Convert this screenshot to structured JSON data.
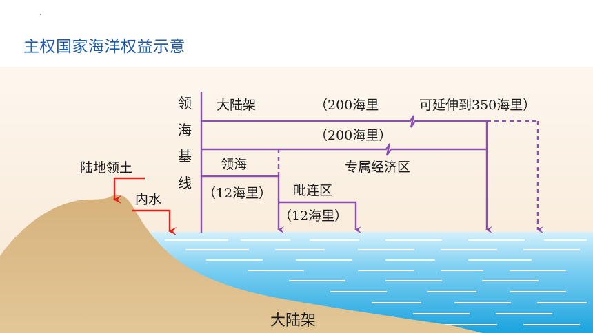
{
  "title": "主权国家海洋权益示意",
  "labels": {
    "baseline_chars": [
      "领",
      "海",
      "基",
      "线"
    ],
    "continental_shelf_upper": "大陆架",
    "shelf_distance": "（200海里",
    "shelf_extend": "可延伸到350海里）",
    "eez_distance": "（200海里）",
    "eez": "专属经济区",
    "territorial_sea": "领海",
    "territorial_distance": "（12海里）",
    "contiguous_zone": "毗连区",
    "contiguous_distance": "（12海里）",
    "land_territory": "陆地领土",
    "internal_waters": "内水",
    "continental_shelf_bottom": "大陆架"
  },
  "colors": {
    "title": "#1f5aa6",
    "bracket": "#8a4fb0",
    "arrow_red": "#e0241b",
    "land": "#d8b783",
    "sea_top": "#c9ecfb",
    "sea_bottom": "#19a6e0",
    "sky": "#fbf1e4"
  }
}
